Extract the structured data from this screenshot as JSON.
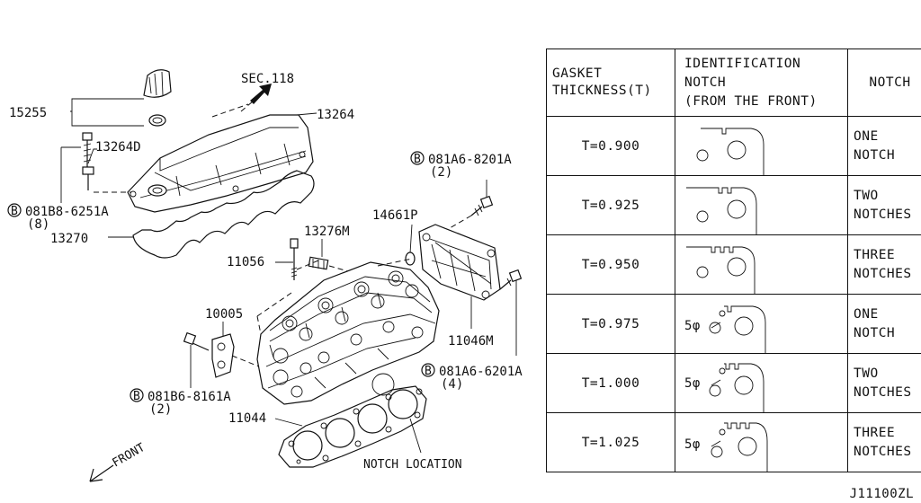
{
  "callouts": {
    "oil_cap": "15255",
    "sec_ref": "SEC.118",
    "rocker_cover": "13264",
    "cover_bolt_washer": "13264D",
    "cover_bolt": "081B8-6251A",
    "cover_bolt_qty": "(8)",
    "cover_gasket": "13270",
    "upper_bolt": "081A6-8201A",
    "upper_bolt_qty": "(2)",
    "plate_gasket": "14661P",
    "plug": "13276M",
    "head_bolt": "11056",
    "cylinder_head": "10005",
    "rear_plate": "11046M",
    "lower_bolt": "081A6-6201A",
    "lower_bolt_qty": "(4)",
    "side_bolt": "081B6-8161A",
    "side_bolt_qty": "(2)",
    "head_gasket": "11044",
    "notch_location": "NOTCH LOCATION",
    "front_arrow": "FRONT",
    "bolt_marker": "B"
  },
  "table": {
    "header_thickness_l1": "GASKET",
    "header_thickness_l2": "THICKNESS(T)",
    "header_notch_l1": "IDENTIFICATION",
    "header_notch_l2": "NOTCH",
    "header_notch_l3": "(FROM THE FRONT)",
    "header_count": "NOTCH",
    "rows": [
      {
        "thickness": "T=0.900",
        "notch_l1": "ONE",
        "notch_l2": "NOTCH",
        "hole_mark": ""
      },
      {
        "thickness": "T=0.925",
        "notch_l1": "TWO",
        "notch_l2": "NOTCHES",
        "hole_mark": ""
      },
      {
        "thickness": "T=0.950",
        "notch_l1": "THREE",
        "notch_l2": "NOTCHES",
        "hole_mark": ""
      },
      {
        "thickness": "T=0.975",
        "notch_l1": "ONE",
        "notch_l2": "NOTCH",
        "hole_mark": "5φ"
      },
      {
        "thickness": "T=1.000",
        "notch_l1": "TWO",
        "notch_l2": "NOTCHES",
        "hole_mark": "5φ"
      },
      {
        "thickness": "T=1.025",
        "notch_l1": "THREE",
        "notch_l2": "NOTCHES",
        "hole_mark": "5φ"
      }
    ]
  },
  "footer_code": "J11100ZL"
}
